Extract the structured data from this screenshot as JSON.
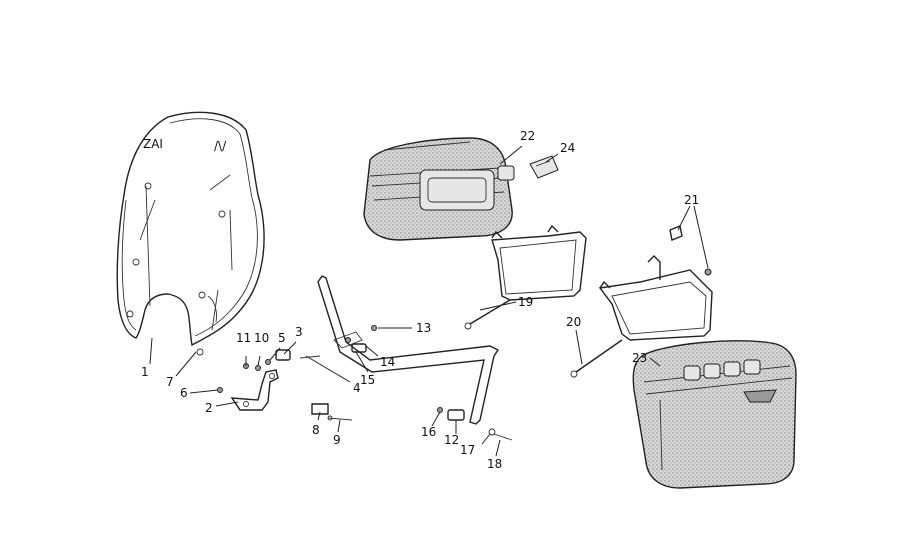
{
  "labels": [
    {
      "id": "1",
      "text": "1"
    },
    {
      "id": "2",
      "text": "2"
    },
    {
      "id": "3",
      "text": "3"
    },
    {
      "id": "4",
      "text": "4"
    },
    {
      "id": "5",
      "text": "5"
    },
    {
      "id": "6",
      "text": "6"
    },
    {
      "id": "7",
      "text": "7"
    },
    {
      "id": "8",
      "text": "8"
    },
    {
      "id": "9",
      "text": "9"
    },
    {
      "id": "10",
      "text": "10"
    },
    {
      "id": "11",
      "text": "11"
    },
    {
      "id": "12",
      "text": "12"
    },
    {
      "id": "13",
      "text": "13"
    },
    {
      "id": "14",
      "text": "14"
    },
    {
      "id": "15",
      "text": "15"
    },
    {
      "id": "16",
      "text": "16"
    },
    {
      "id": "17",
      "text": "17"
    },
    {
      "id": "18",
      "text": "18"
    },
    {
      "id": "19",
      "text": "19"
    },
    {
      "id": "20",
      "text": "20"
    },
    {
      "id": "21",
      "text": "21"
    },
    {
      "id": "22",
      "text": "22"
    },
    {
      "id": "23",
      "text": "23"
    },
    {
      "id": "24",
      "text": "24"
    }
  ],
  "colors": {
    "background": "#ffffff",
    "ink": "#222222",
    "case_fill": "#cfcfcf"
  }
}
